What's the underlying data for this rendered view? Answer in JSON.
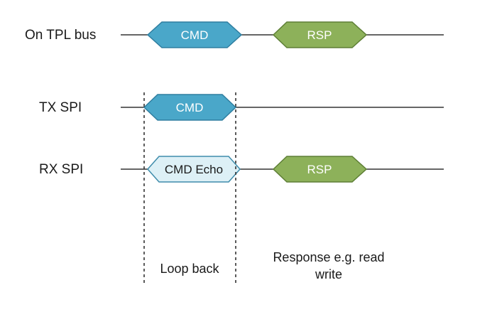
{
  "signals": [
    {
      "label": "On TPL bus"
    },
    {
      "label": "TX SPI"
    },
    {
      "label": "RX SPI"
    }
  ],
  "packets": {
    "bus_cmd": {
      "label": "CMD",
      "fill": "#4aa7c9",
      "stroke": "#2f7ea0"
    },
    "bus_rsp": {
      "label": "RSP",
      "fill": "#8db15a",
      "stroke": "#5e7f36"
    },
    "tx_cmd": {
      "label": "CMD",
      "fill": "#4aa7c9",
      "stroke": "#2f7ea0"
    },
    "rx_echo": {
      "label": "CMD Echo",
      "fill": "#ddf0f6",
      "stroke": "#3e8cab"
    },
    "rx_rsp": {
      "label": "RSP",
      "fill": "#8db15a",
      "stroke": "#5e7f36"
    }
  },
  "annotations": {
    "loopback": "Loop back",
    "response_line1": "Response e.g. read",
    "response_line2": "write"
  },
  "colors": {
    "line": "#333333",
    "text": "#1a1a1a"
  }
}
